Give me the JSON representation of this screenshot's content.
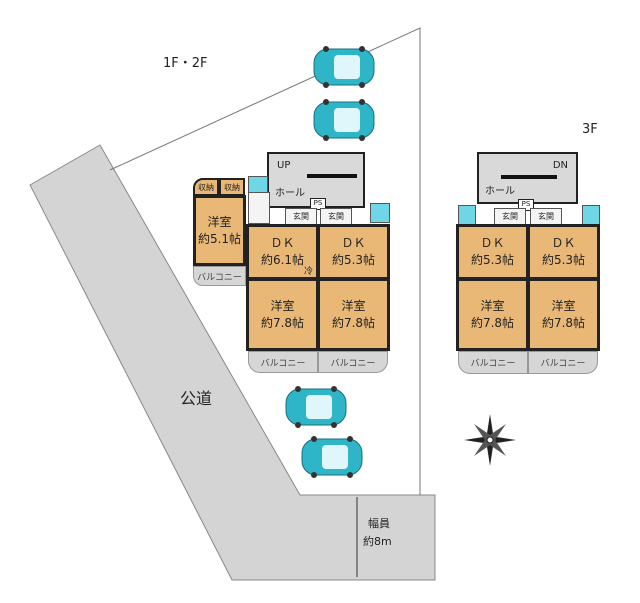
{
  "labels": {
    "floor_1_2": "1F・2F",
    "floor_3": "3F",
    "road": "公道",
    "road_width_title": "幅員",
    "road_width_value": "約8m"
  },
  "floor12": {
    "hall": "ホール",
    "stairs": "UP",
    "ps": "PS",
    "entrance": "玄関",
    "fridge": "冷",
    "storage": [
      "収納",
      "収納"
    ],
    "rooms": [
      {
        "name": "洋室",
        "size": "約5.1帖"
      },
      {
        "name": "ＤＫ",
        "size": "約6.1帖"
      },
      {
        "name": "ＤＫ",
        "size": "約5.3帖"
      },
      {
        "name": "洋室",
        "size": "約7.8帖"
      },
      {
        "name": "洋室",
        "size": "約7.8帖"
      }
    ],
    "balconies": [
      "バルコニー",
      "バルコニー",
      "バルコニー"
    ]
  },
  "floor3": {
    "hall": "ホール",
    "stairs": "DN",
    "ps": "PS",
    "entrance": "玄関",
    "rooms": [
      {
        "name": "ＤＫ",
        "size": "約5.3帖"
      },
      {
        "name": "ＤＫ",
        "size": "約5.3帖"
      },
      {
        "name": "洋室",
        "size": "約7.8帖"
      },
      {
        "name": "洋室",
        "size": "約7.8帖"
      }
    ],
    "balconies": [
      "バルコニー",
      "バルコニー"
    ]
  },
  "colors": {
    "room": "#e9b877",
    "road": "#d4d4d4",
    "car": "#2fb5c8",
    "bath": "#6fd6e8"
  }
}
